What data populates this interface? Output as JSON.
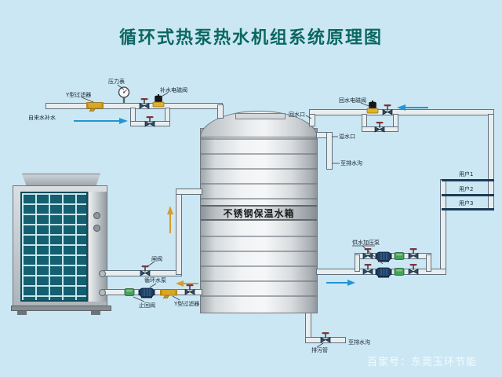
{
  "title": "循环式热泵热水机组系统原理图",
  "watermark": "百家号：东莞玉环节能",
  "tank": {
    "label": "不锈钢保温水箱"
  },
  "labels": {
    "tap_water_supply": "自来水补水",
    "y_filter_top": "Y型过滤器",
    "pressure_gauge": "压力表",
    "makeup_solenoid_valve": "补水电磁阀",
    "return_solenoid_valve": "回水电磁阀",
    "return_port": "回水口",
    "overflow_port": "溢水口",
    "to_drain_overflow": "至排水沟",
    "gate_valve": "闸阀",
    "circulating_pump": "循环水泵",
    "check_valve": "止回阀",
    "y_filter_bottom": "Y型过滤器",
    "booster_pump": "供水加压泵",
    "drain_pipe": "排污管",
    "to_drain_bottom": "至排水沟",
    "users": [
      "用户1",
      "用户2",
      "用户3"
    ]
  },
  "icons": {
    "gate_valve": "bowtie-valve with T-handle",
    "solenoid_valve": "yellow body with black coil cap",
    "y_filter": "yellow y-strainer",
    "pump": "dark-blue motor body",
    "check_valve": "green block valve",
    "pressure_gauge": "round dial on stem",
    "flow_arrow": "→"
  },
  "colors": {
    "background": "#cbe7f3",
    "title": "#0b6763",
    "pipe_fill": "#e9edee",
    "pipe_border": "#5f7180",
    "coil": "#145f70",
    "valve_yellow": "#d9a724",
    "solenoid_cap": "#161618",
    "pump_blue": "#1f4066",
    "check_green": "#43a257",
    "arrow_blue": "#2196d4",
    "arrow_orange": "#d99a2b",
    "user_branch": "#1d3a56"
  }
}
